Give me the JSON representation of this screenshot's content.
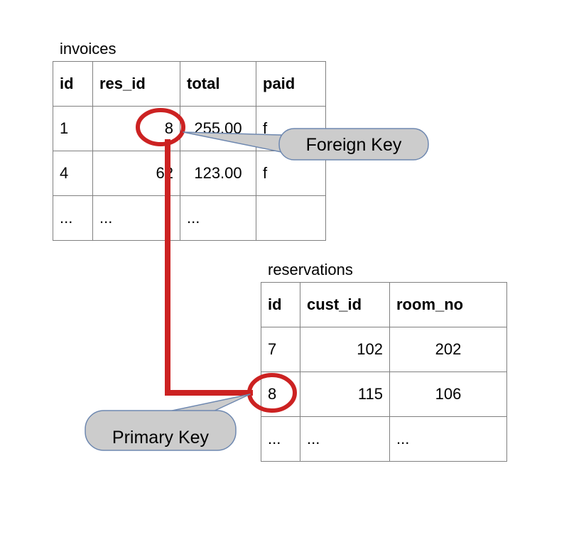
{
  "diagram": {
    "title_invoices": "invoices",
    "title_reservations": "reservations",
    "accent_red": "#CC2222",
    "table_border": "#808080",
    "callout_fill": "#CCCCCC",
    "callout_stroke": "#6E88B0"
  },
  "invoices": {
    "caption": "invoices",
    "columns": [
      "id",
      "res_id",
      "total",
      "paid"
    ],
    "rows": [
      [
        "1",
        "8",
        "255.00",
        "f"
      ],
      [
        "4",
        "62",
        "123.00",
        "f"
      ],
      [
        "...",
        "...",
        "...",
        ""
      ]
    ]
  },
  "reservations": {
    "caption": "reservations",
    "columns": [
      "id",
      "cust_id",
      "room_no"
    ],
    "rows": [
      [
        "7",
        "102",
        "202"
      ],
      [
        "8",
        "115",
        "106"
      ],
      [
        "...",
        "...",
        "..."
      ]
    ]
  },
  "annotations": {
    "foreign_key": "Foreign Key",
    "primary_key": "Primary Key"
  }
}
